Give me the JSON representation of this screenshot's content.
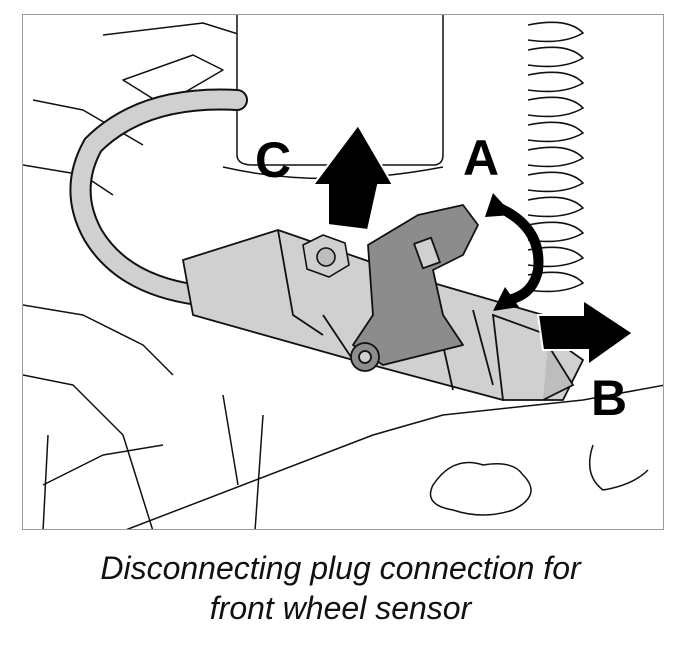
{
  "figure": {
    "callouts": {
      "a": "A",
      "b": "B",
      "c": "C"
    },
    "colors": {
      "line": "#111111",
      "part_fill": "#d0d0d0",
      "clip_fill": "#8c8c8c",
      "arrow_fill": "#000000",
      "frame": "#9a9a9a"
    }
  },
  "caption": {
    "line1": "Disconnecting plug connection for",
    "line2": "front wheel sensor"
  }
}
